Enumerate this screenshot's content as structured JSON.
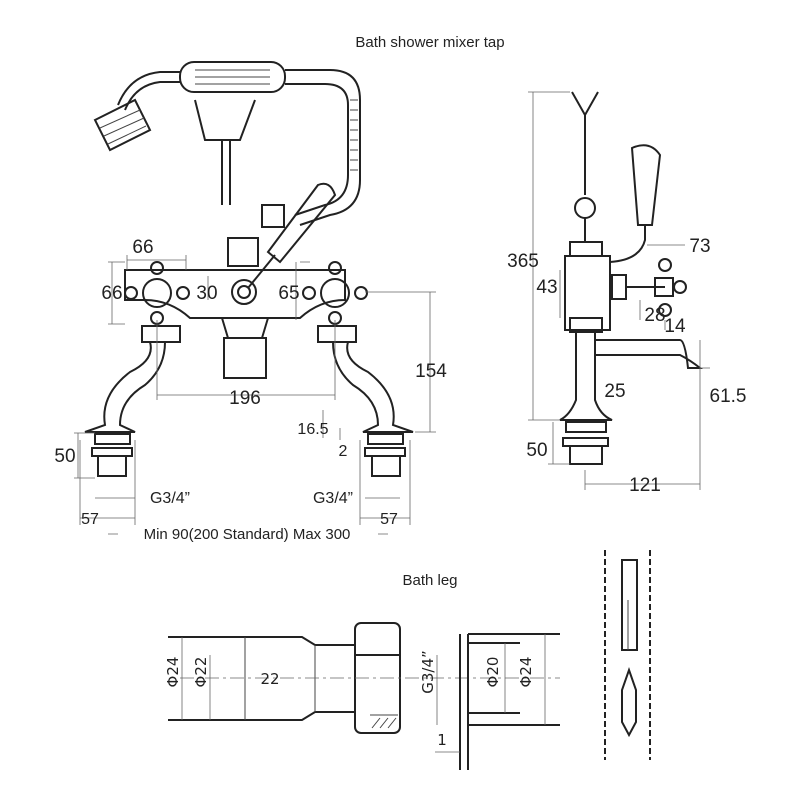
{
  "titles": {
    "main": "Bath shower mixer tap",
    "leg": "Bath leg"
  },
  "front_view": {
    "dims": {
      "handle_width_top": "66",
      "handle_height": "66",
      "body_height": "30",
      "body_to_handle": "65",
      "overall_height": "154",
      "center_spacing": "196",
      "flange_gap": "16.5",
      "flange_thickness": "2",
      "leg_height": "50",
      "thread_left": "G3/4”",
      "thread_right": "G3/4”",
      "flange_left": "57",
      "flange_right": "57",
      "range": "Min 90(200 Standard) Max 300"
    }
  },
  "side_view": {
    "dims": {
      "total_height": "365",
      "lever_reach": "73",
      "body_height": "43",
      "valve_offset": "28",
      "handle_depth": "14",
      "pillar_dia": "25",
      "spout_height": "61.5",
      "leg_height": "50",
      "spout_reach": "121"
    }
  },
  "bath_leg": {
    "dims": {
      "outer_dia_left": "Φ24",
      "inner_dia": "Φ22",
      "length": "22",
      "thread": "G3/4”",
      "seat_dia": "Φ20",
      "outer_dia_right": "Φ24",
      "wall": "1"
    }
  }
}
